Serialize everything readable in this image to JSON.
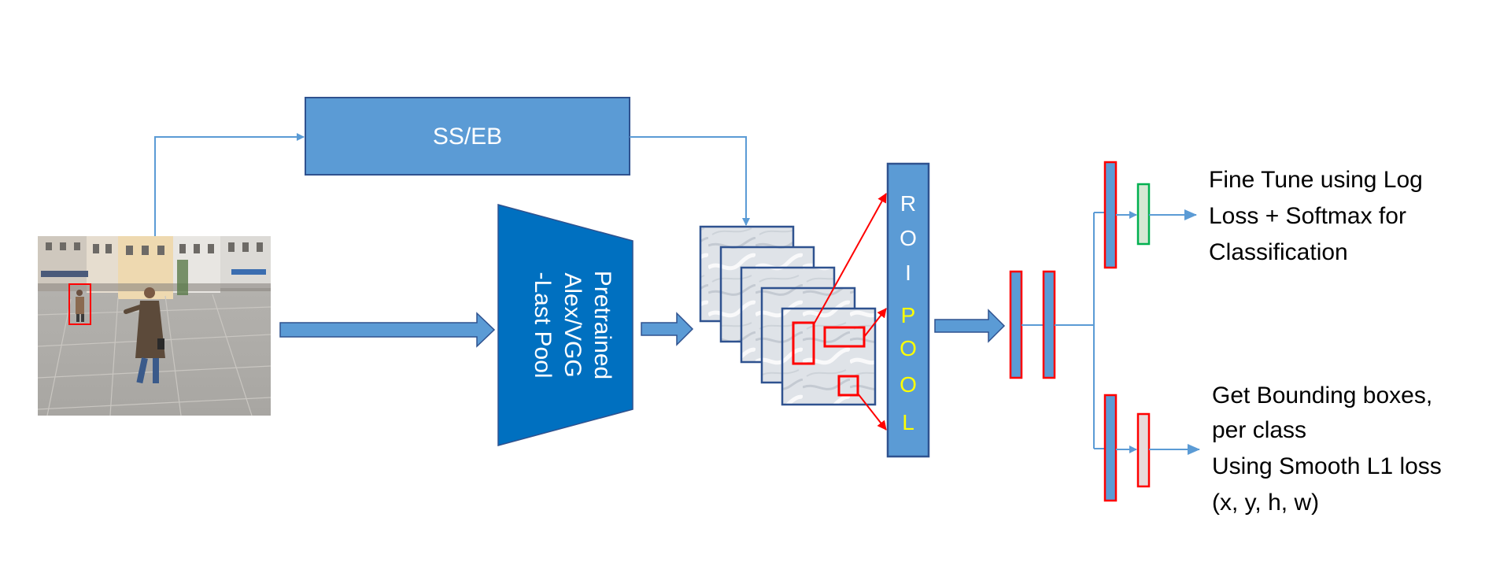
{
  "ssebLabel": "SS/EB",
  "cnnLabelLines": [
    "Pretrained",
    "Alex/VGG",
    "-Last Pool"
  ],
  "roiLetters": [
    "R",
    "O",
    "I",
    "P",
    "O",
    "O",
    "L"
  ],
  "classificationLines": [
    "Fine Tune using Log",
    "Loss + Softmax for",
    "Classification"
  ],
  "bboxLines": [
    "Get Bounding boxes,",
    "per class",
    "Using Smooth L1 loss",
    "(x, y, h, w)"
  ],
  "colors": {
    "blueBox": "#5b9bd5",
    "blueDark": "#2f528f",
    "cnnFill": "#0070c0",
    "roiPoolYellow": "#ffff00",
    "red": "#ff0000",
    "green": "#00b050",
    "lightGreen": "#d5e8d4",
    "lightPink": "#e8dada"
  },
  "icons": {
    "photo": "street-photo-woman-walking"
  }
}
